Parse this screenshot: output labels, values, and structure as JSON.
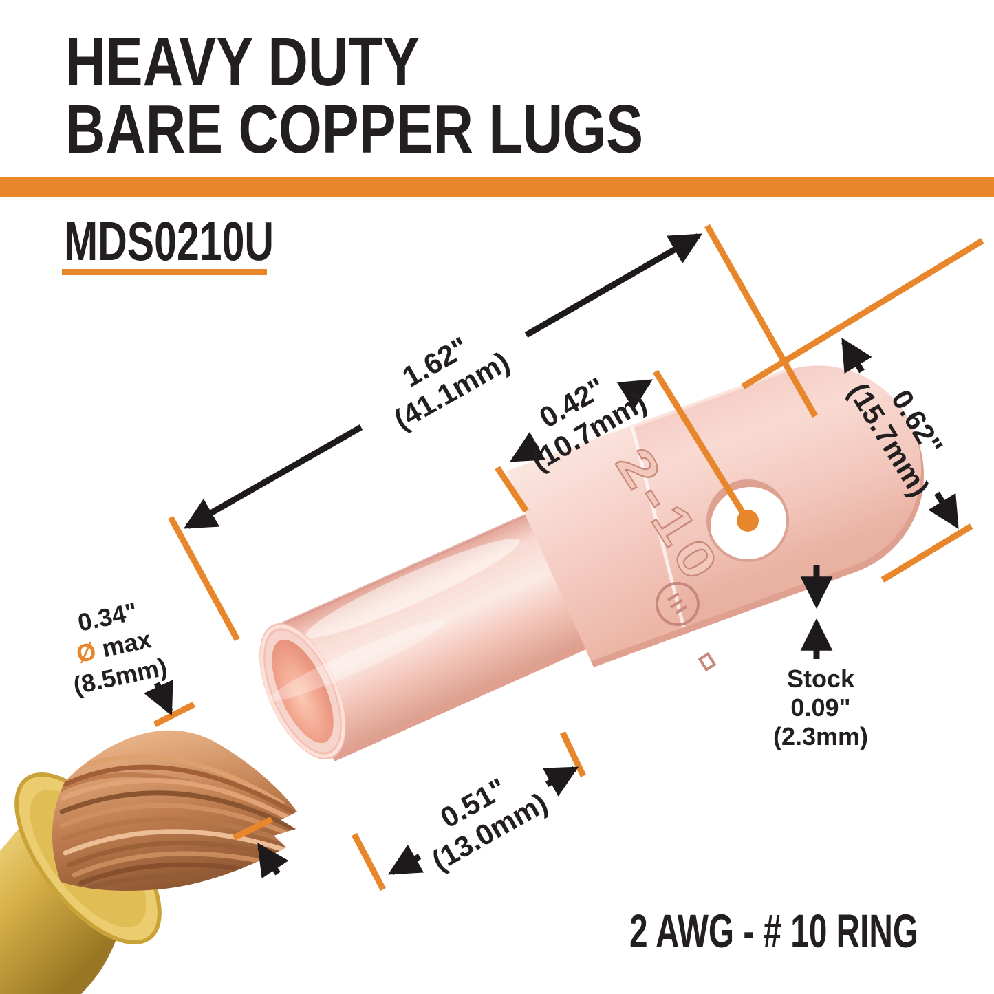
{
  "title": {
    "line1": "HEAVY DUTY",
    "line2": "BARE COPPER LUGS"
  },
  "model": "MDS0210U",
  "spec": "2 AWG - # 10 RING",
  "engraving": "2-10",
  "dims": {
    "overall_length": {
      "inches": "1.62\"",
      "metric": "(41.1mm)"
    },
    "pad_length": {
      "inches": "0.42\"",
      "metric": "(10.7mm)"
    },
    "ring_width": {
      "inches": "0.62\"",
      "metric": "(15.7mm)"
    },
    "barrel_length": {
      "inches": "0.51\"",
      "metric": "(13.0mm)"
    },
    "wire_diameter": {
      "inches": "0.34\"",
      "symbol": "Ø",
      "suffix": " max",
      "metric": "(8.5mm)"
    },
    "stock": {
      "label": "Stock",
      "inches": "0.09\"",
      "metric": "(2.3mm)"
    }
  },
  "colors": {
    "accent": "#E8862B",
    "ink": "#231F20"
  }
}
